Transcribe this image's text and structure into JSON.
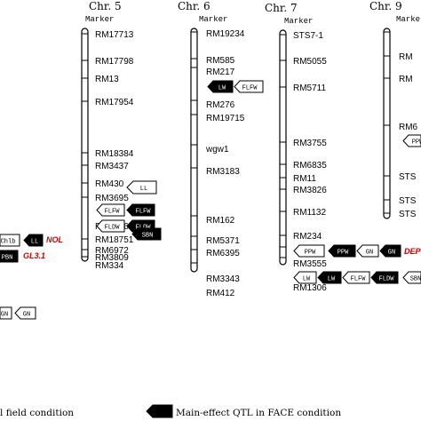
{
  "marker_header": "Marker",
  "chromosomes": [
    {
      "title": "Chr. 5",
      "markers": [
        "RM17713",
        "RM17798",
        "RM13",
        "RM17954",
        "RM18384",
        "RM3437",
        "RM430",
        "RM3695",
        "RM18751",
        "RM3476",
        "RM6972",
        "RM3809",
        "RM334"
      ],
      "tags": [
        {
          "text": "LL",
          "filled": false
        },
        {
          "text": "FLFW",
          "filled": false
        },
        {
          "text": "FLFW",
          "filled": true
        },
        {
          "text": "FLDW",
          "filled": false
        },
        {
          "text": "FLDW",
          "filled": true
        },
        {
          "text": "SBN",
          "filled": true
        }
      ]
    },
    {
      "title": "Chr. 6",
      "markers": [
        "RM19234",
        "RM585",
        "RM217",
        "RM276",
        "RM19715",
        "wgw1",
        "RM3183",
        "RM162",
        "RM5371",
        "RM6395",
        "RM3343",
        "RM412"
      ],
      "tags": [
        {
          "text": "LW",
          "filled": true
        },
        {
          "text": "FLFW",
          "filled": false
        }
      ]
    },
    {
      "title": "Chr. 7",
      "markers": [
        "STS7-1",
        "RM5055",
        "RM5711",
        "RM3755",
        "RM6835",
        "RM11",
        "RM3826",
        "RM1132",
        "RM234",
        "RM3555",
        "RM1306"
      ],
      "tags": [
        {
          "text": "PPW",
          "filled": false
        },
        {
          "text": "PPW",
          "filled": true
        },
        {
          "text": "GN",
          "filled": false
        },
        {
          "text": "GN",
          "filled": true
        },
        {
          "text": "LW",
          "filled": false
        },
        {
          "text": "LW",
          "filled": true
        },
        {
          "text": "FLFW",
          "filled": false
        },
        {
          "text": "FLDW",
          "filled": true
        },
        {
          "text": "SBN",
          "filled": false
        }
      ],
      "gene": "DEP"
    },
    {
      "title": "Chr. 9",
      "markers": [
        "RM",
        "RM",
        "RM6",
        "STS",
        "STS",
        "STS"
      ],
      "tags": [
        {
          "text": "PPW",
          "filled": false
        }
      ]
    }
  ],
  "left_fragment": {
    "tags": [
      {
        "text": "Chlb",
        "filled": false
      },
      {
        "text": "LL",
        "filled": true
      },
      {
        "text": "PBN",
        "filled": true
      },
      {
        "text": "GN",
        "filled": false
      },
      {
        "text": "GN",
        "filled": false
      }
    ],
    "genes": [
      "NOL",
      "GL3.1"
    ]
  },
  "legend": {
    "left_text": "l field condition",
    "right_text": "Main-effect QTL in FACE condition"
  },
  "colors": {
    "gene_label": "#cc0000",
    "filled_tag": "#000000",
    "open_tag": "#ffffff"
  }
}
